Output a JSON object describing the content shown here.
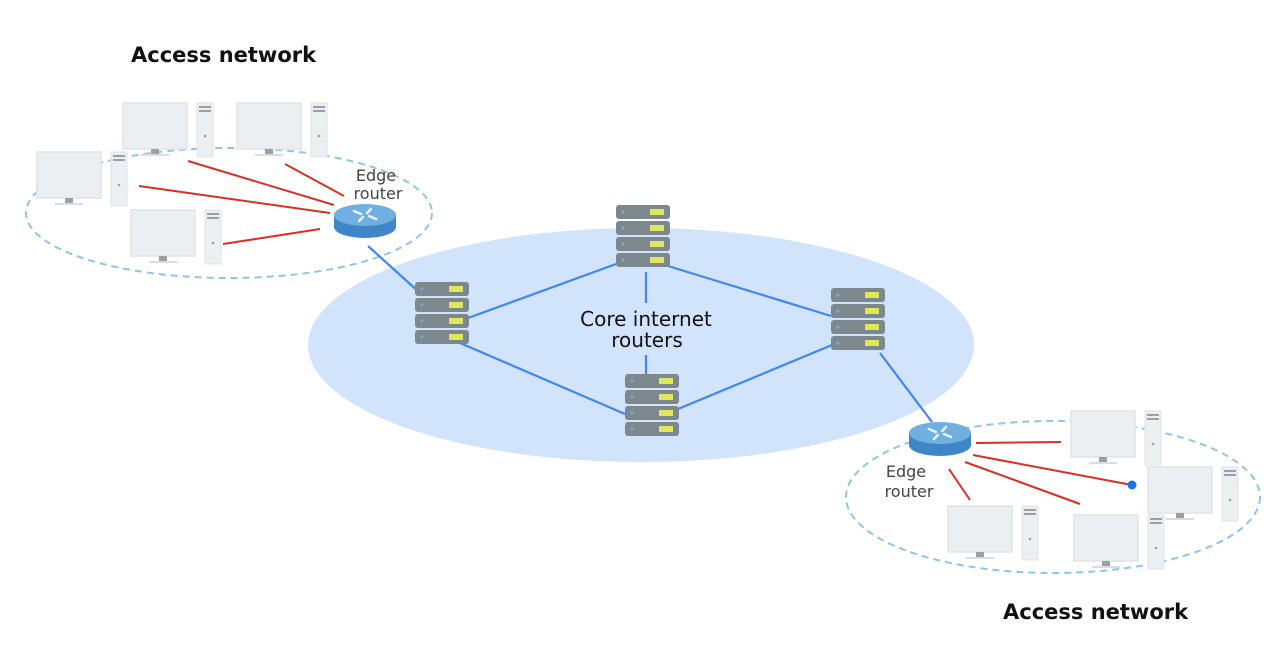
{
  "diagram": {
    "labels": {
      "access_network_top": "Access network",
      "access_network_bottom": "Access network",
      "edge_router_top": [
        "Edge",
        "router"
      ],
      "edge_router_bottom": [
        "Edge",
        "router"
      ],
      "core": [
        "Core internet",
        "routers"
      ]
    },
    "colors": {
      "core_cloud": "#d2e3fc",
      "core_link": "#4285f4",
      "access_link": "#d93025",
      "access_boundary": "#8ec5e8",
      "router_top": "#6fb0e0",
      "router_side": "#3f86c8",
      "server_body": "#7c878e",
      "server_light": "#dde85a",
      "computer": "#eceff1"
    },
    "nodes": {
      "core_routers": [
        "core-router-top",
        "core-router-left",
        "core-router-right",
        "core-router-bottom"
      ],
      "edge_routers": [
        "edge-router-top-left",
        "edge-router-bottom-right"
      ],
      "access_network_top_computers": 4,
      "access_network_bottom_computers": 4
    }
  }
}
